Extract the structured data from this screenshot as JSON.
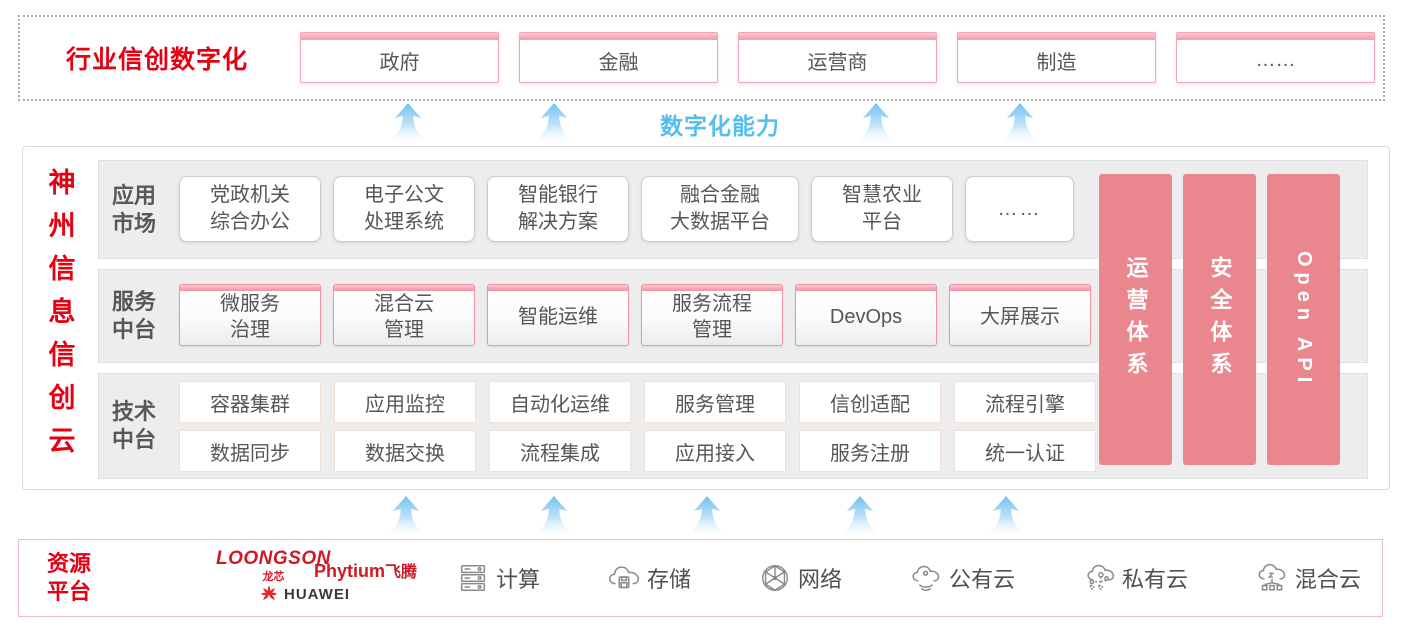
{
  "top_banner": {
    "label": "行业信创数字化",
    "industries": [
      {
        "label": "政府"
      },
      {
        "label": "金融"
      },
      {
        "label": "运营商"
      },
      {
        "label": "制造"
      },
      {
        "label": "……"
      }
    ]
  },
  "capability": {
    "label": "数字化能力"
  },
  "platform": {
    "vertical_title": "神州信息信创云",
    "app_market": {
      "label": "应用\n市场",
      "items": [
        {
          "label": "党政机关\n综合办公"
        },
        {
          "label": "电子公文\n处理系统"
        },
        {
          "label": "智能银行\n解决方案"
        },
        {
          "label": "融合金融\n大数据平台"
        },
        {
          "label": "智慧农业\n平台"
        },
        {
          "label": "……"
        }
      ]
    },
    "service_platform": {
      "label": "服务\n中台",
      "items": [
        {
          "label": "微服务\n治理"
        },
        {
          "label": "混合云\n管理"
        },
        {
          "label": "智能运维"
        },
        {
          "label": "服务流程\n管理"
        },
        {
          "label": "DevOps"
        },
        {
          "label": "大屏展示"
        }
      ]
    },
    "tech_platform": {
      "label": "技术\n中台",
      "row1": [
        {
          "label": "容器集群"
        },
        {
          "label": "应用监控"
        },
        {
          "label": "自动化运维"
        },
        {
          "label": "服务管理"
        },
        {
          "label": "信创适配"
        },
        {
          "label": "流程引擎"
        }
      ],
      "row2": [
        {
          "label": "数据同步"
        },
        {
          "label": "数据交换"
        },
        {
          "label": "流程集成"
        },
        {
          "label": "应用接入"
        },
        {
          "label": "服务注册"
        },
        {
          "label": "统一认证"
        }
      ]
    },
    "pillars": [
      {
        "label": "运营体系"
      },
      {
        "label": "安全体系"
      },
      {
        "label": "Open API"
      }
    ]
  },
  "resources": {
    "label": "资源\n平台",
    "vendors": {
      "loongson_en": "LOONGSON",
      "loongson_cn": "龙芯",
      "phytium_en": "Phytium",
      "phytium_cn": "飞腾",
      "huawei_en": "HUAWEI"
    },
    "items": [
      {
        "icon": "compute-server-icon",
        "label": "计算"
      },
      {
        "icon": "storage-cloud-icon",
        "label": "存储"
      },
      {
        "icon": "network-globe-icon",
        "label": "网络"
      },
      {
        "icon": "public-cloud-icon",
        "label": "公有云"
      },
      {
        "icon": "private-cloud-icon",
        "label": "私有云"
      },
      {
        "icon": "hybrid-cloud-icon",
        "label": "混合云"
      }
    ]
  },
  "colors": {
    "accent_red": "#e60012",
    "pillar_pink": "#ea868e",
    "capability_blue": "#56beef",
    "box_border_pink": "#ee96a4"
  }
}
